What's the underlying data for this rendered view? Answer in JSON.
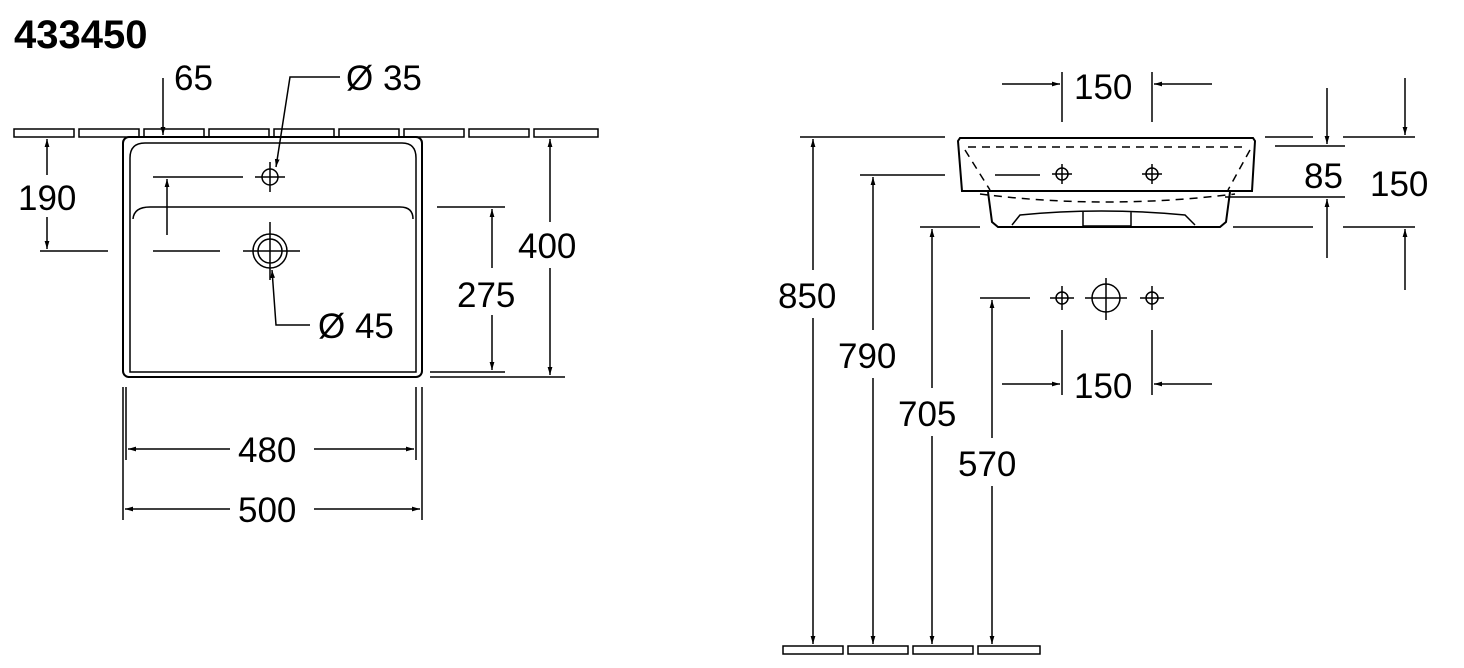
{
  "title": "433450",
  "top_view": {
    "dim_tap_offset": "65",
    "dim_tap_hole": "Ø 35",
    "dim_tap_to_drain": "190",
    "dim_drain_hole": "Ø 45",
    "dim_bowl_depth": "275",
    "dim_depth": "400",
    "dim_inner_width": "480",
    "dim_width": "500"
  },
  "side_view": {
    "dim_tap_spacing_top": "150",
    "dim_rim_height": "850",
    "dim_tap_height": "790",
    "dim_bottom_height": "705",
    "dim_outlet_height": "570",
    "dim_outlet_spacing": "150",
    "dim_rim_thickness": "85",
    "dim_basin_height": "150"
  }
}
